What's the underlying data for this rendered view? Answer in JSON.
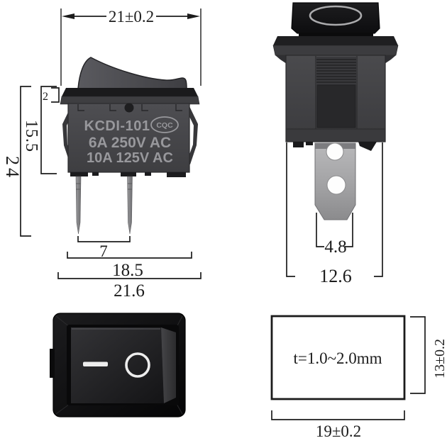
{
  "drawing": {
    "side_view": {
      "dims": {
        "top_width": "21±0.2",
        "flange_thickness": "2",
        "body_height": "15.5",
        "total_height": "24",
        "pin_spacing": "7",
        "body_width": "18.5",
        "flange_width": "21.6"
      },
      "labels": {
        "model": "KCDI-101",
        "cert_mark": "CQC",
        "rating_line1": "6A 250V AC",
        "rating_line2": "10A 125V AC"
      }
    },
    "front_view": {
      "dims": {
        "terminal_width": "4.8",
        "body_width": "12.6"
      }
    },
    "top_view": {
      "symbols": {
        "on": "dash-icon",
        "off": "circle-icon"
      }
    },
    "panel_cutout": {
      "thickness_note": "t=1.0~2.0mm",
      "dims": {
        "width": "19±0.2",
        "height": "13±0.2"
      }
    },
    "colors": {
      "background": "#ffffff",
      "dimension_line": "#1c1c1c",
      "switch_gray": "#47474a",
      "switch_black": "#121214",
      "terminal_silver": "#a8a8aa",
      "panel_label": "#98989c",
      "symbol": "#ededed"
    }
  }
}
